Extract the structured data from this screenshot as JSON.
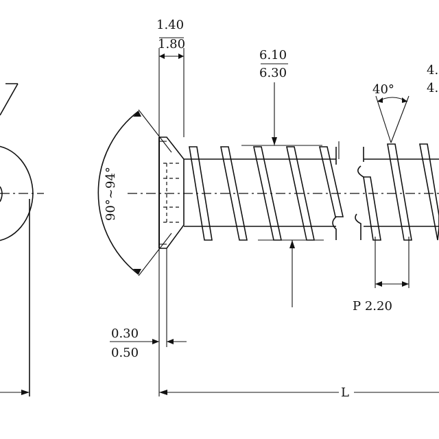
{
  "dimensions": {
    "head_width_min": "1.40",
    "head_width_max": "1.80",
    "thread_major_min": "6.10",
    "thread_major_max": "6.30",
    "thread_angle": "40°",
    "partial_dim_top": "4.",
    "partial_dim_bottom": "4.",
    "head_angle": "90°~94°",
    "pitch": "P 2.20",
    "under_head_min": "0.30",
    "under_head_max": "0.50",
    "length": "L"
  },
  "colors": {
    "line": "#111111",
    "background": "#ffffff"
  }
}
